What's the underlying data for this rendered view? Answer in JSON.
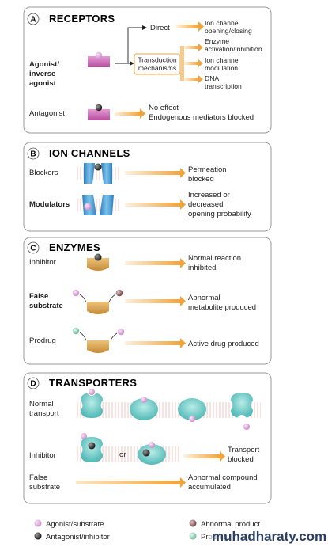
{
  "receptors": {
    "letter": "A",
    "title": "RECEPTORS",
    "agonist_label_1": "Agonist/",
    "agonist_label_2": "inverse",
    "agonist_label_3": "agonist",
    "direct": "Direct",
    "transduction_1": "Transduction",
    "transduction_2": "mechanisms",
    "outcomes": [
      [
        "Ion channel",
        "opening/closing"
      ],
      [
        "Enzyme",
        "activation/inhibition"
      ],
      [
        "Ion channel",
        "modulation"
      ],
      [
        "DNA",
        "transcription"
      ]
    ],
    "antagonist_label": "Antagonist",
    "antagonist_out_1": "No effect",
    "antagonist_out_2": "Endogenous mediators blocked"
  },
  "ion_channels": {
    "letter": "B",
    "title": "ION CHANNELS",
    "blockers_label": "Blockers",
    "blockers_out_1": "Permeation",
    "blockers_out_2": "blocked",
    "modulators_label": "Modulators",
    "modulators_out_1": "Increased or",
    "modulators_out_2": "decreased",
    "modulators_out_3": "opening probability"
  },
  "enzymes": {
    "letter": "C",
    "title": "ENZYMES",
    "inhibitor_label": "Inhibitor",
    "inhibitor_out_1": "Normal reaction",
    "inhibitor_out_2": "inhibited",
    "false_label_1": "False",
    "false_label_2": "substrate",
    "false_out_1": "Abnormal",
    "false_out_2": "metabolite produced",
    "prodrug_label": "Prodrug",
    "prodrug_out": "Active drug produced"
  },
  "transporters": {
    "letter": "D",
    "title": "TRANSPORTERS",
    "normal_label_1": "Normal",
    "normal_label_2": "transport",
    "inhibitor_label": "Inhibitor",
    "or": "or",
    "inhibitor_out_1": "Transport",
    "inhibitor_out_2": "blocked",
    "false_label_1": "False",
    "false_label_2": "substrate",
    "false_out_1": "Abnormal compound",
    "false_out_2": "accumulated"
  },
  "legend": {
    "agonist": "Agonist/substrate",
    "antagonist": "Antagonist/inhibitor",
    "abnormal": "Abnormal product",
    "prodrug": "Prodrug"
  },
  "watermark": "muhadharaty.com",
  "colors": {
    "arrow": "#f0a43c",
    "receptor": "#c25aa8",
    "channel": "#4a9fd6",
    "enzyme": "#d9a24b",
    "transporter": "#55c3c1",
    "agonist_dot": "#d99bd6",
    "antagonist_dot": "#2b2b2b",
    "abnormal_dot": "#8a5a5a",
    "prodrug_dot": "#8fd0b5"
  }
}
